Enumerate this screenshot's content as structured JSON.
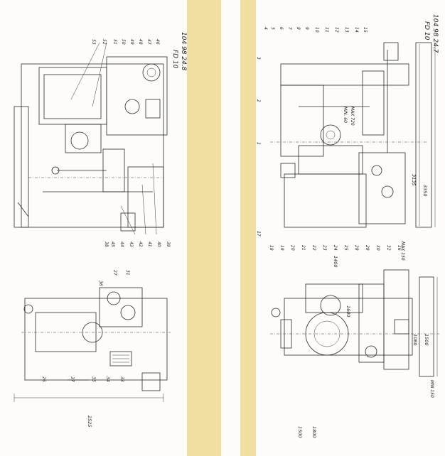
{
  "sheet_left": {
    "drawing_title": "FD 10",
    "drawing_number": "104 98 24.8",
    "labels": [
      "53",
      "52",
      "51",
      "50",
      "49",
      "48",
      "47",
      "46",
      "45",
      "44",
      "43",
      "42",
      "41",
      "40",
      "39",
      "38",
      "36",
      "27",
      "31",
      "33",
      "34",
      "35",
      "37",
      "26"
    ],
    "dimension": "2525"
  },
  "sheet_right": {
    "drawing_title": "FD 10",
    "drawing_number": "104 98 24.7",
    "labels": [
      "15",
      "14",
      "13",
      "12",
      "11",
      "10",
      "9",
      "8",
      "7",
      "6",
      "5",
      "4",
      "3",
      "2",
      "1",
      "17",
      "18",
      "19",
      "20",
      "21",
      "22",
      "23",
      "24",
      "25",
      "28",
      "29",
      "30",
      "32",
      "16"
    ],
    "dimensions": [
      "3135",
      "3350",
      "1080",
      "1500",
      "1400",
      "1600",
      "1500",
      "1800"
    ],
    "notes": [
      "MIN. 60",
      "MAX 720",
      "MAX 150",
      "MIN 150"
    ]
  },
  "colors": {
    "paper": "#fdfcf8",
    "tape": "#ecd586",
    "ink": "#2a2a2a"
  }
}
